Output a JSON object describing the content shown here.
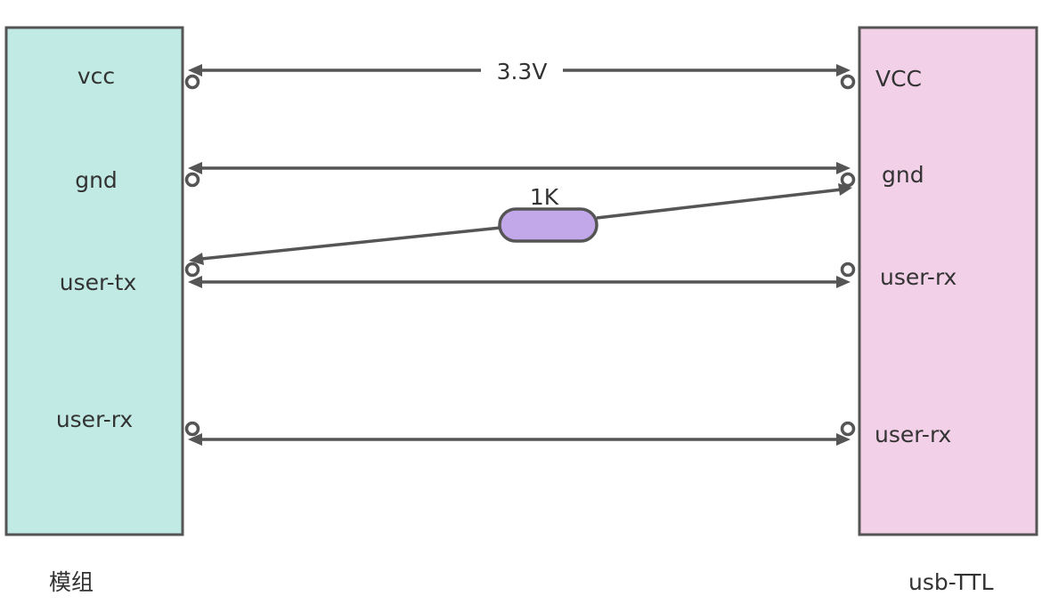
{
  "module": {
    "caption": "模组",
    "color": "#c0eae3",
    "pins": {
      "vcc": "vcc",
      "gnd": "gnd",
      "tx": "user-tx",
      "rx": "user-rx"
    }
  },
  "usb_ttl": {
    "caption": "usb-TTL",
    "color": "#f2d0e7",
    "pins": {
      "vcc": "VCC",
      "gnd": "gnd",
      "rx1": "user-rx",
      "rx2": "user-rx"
    }
  },
  "vcc_voltage": "3.3V",
  "resistor": {
    "label": "1K",
    "color": "#c2a8e8"
  }
}
